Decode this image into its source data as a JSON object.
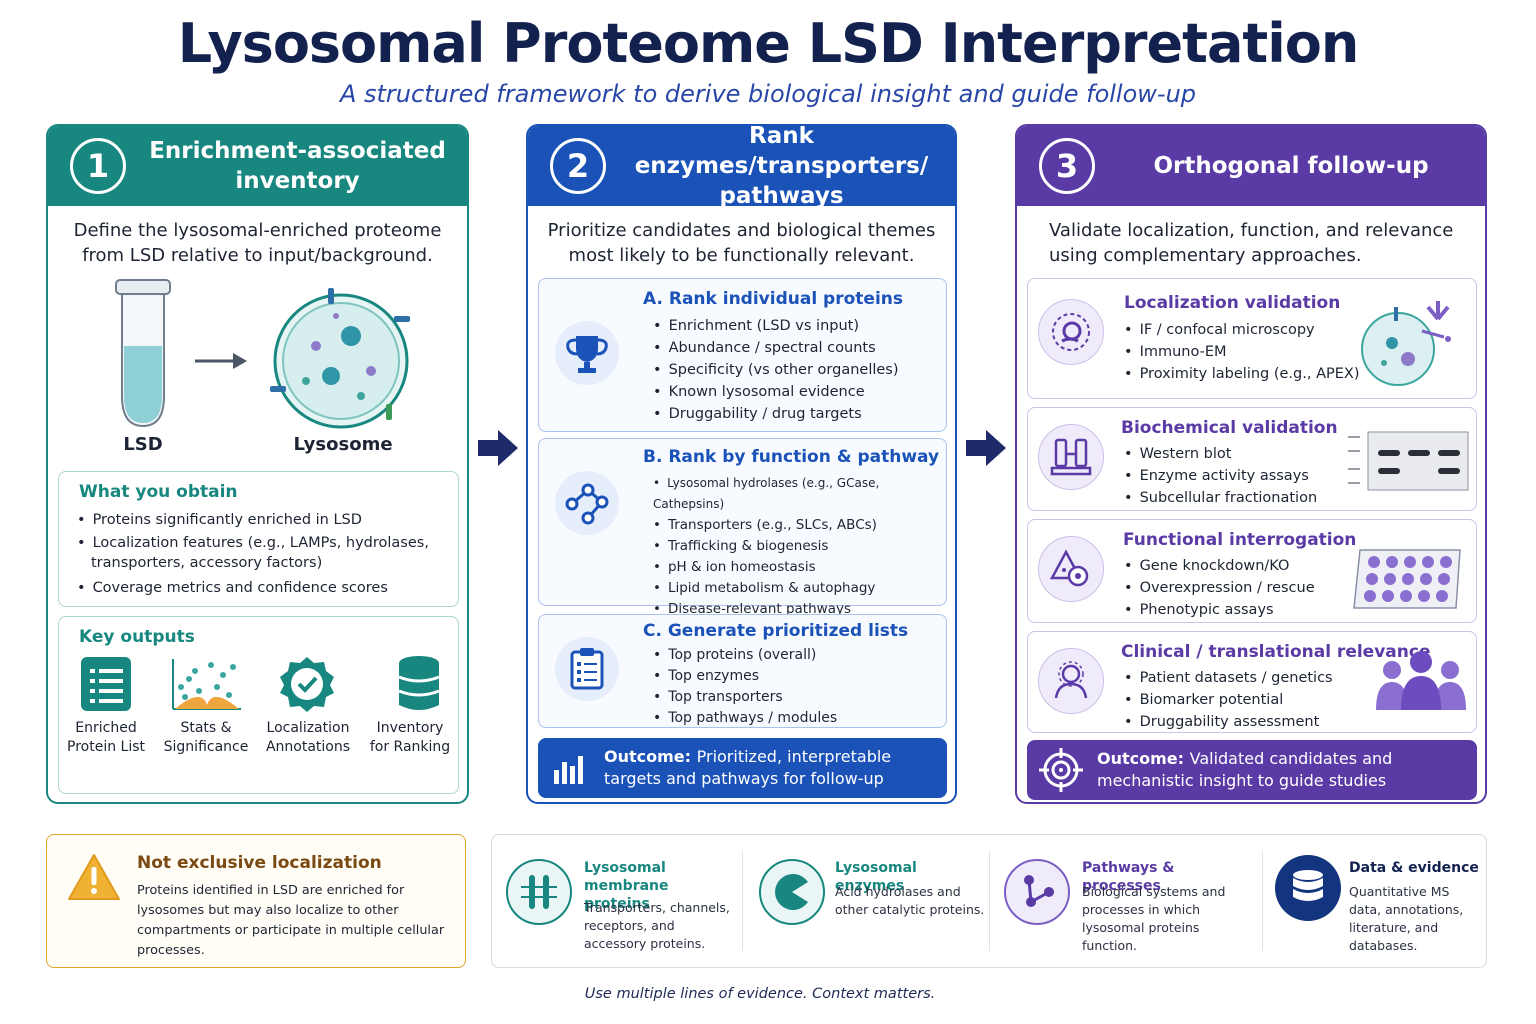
{
  "title": "Lysosomal Proteome LSD Interpretation",
  "subtitle": "A structured framework to derive biological insight and guide follow-up",
  "colors": {
    "teal": "#17877f",
    "blue": "#1a52b8",
    "purple": "#5a3aa5",
    "amber": "#e0a52c",
    "navy": "#13214f"
  },
  "col1": {
    "number": "1",
    "title": "Enrichment-associated inventory",
    "intro": "Define the lysosomal-enriched proteome from LSD relative to input/background.",
    "label_lsd": "LSD",
    "label_lysosome": "Lysosome",
    "obtain": {
      "title": "What you obtain",
      "items": [
        "Proteins significantly enriched in LSD",
        "Localization features (e.g., LAMPs, hydrolases, transporters, accessory factors)",
        "Coverage metrics and confidence scores"
      ]
    },
    "outputs": {
      "title": "Key outputs",
      "items": [
        {
          "label": "Enriched Protein List",
          "icon": "list-icon"
        },
        {
          "label": "Stats & Significance",
          "icon": "volcano-plot-icon"
        },
        {
          "label": "Localization Annotations",
          "icon": "badge-check-icon"
        },
        {
          "label": "Inventory for Ranking",
          "icon": "database-icon"
        }
      ]
    }
  },
  "col2": {
    "number": "2",
    "title": "Rank enzymes/transporters/ pathways",
    "intro": "Prioritize candidates and biological themes most likely to be functionally relevant.",
    "boxA": {
      "title": "A. Rank individual proteins",
      "icon": "trophy-icon",
      "items": [
        "Enrichment (LSD vs input)",
        "Abundance / spectral counts",
        "Specificity (vs other organelles)",
        "Known lysosomal evidence",
        "Druggability / drug targets"
      ]
    },
    "boxB": {
      "title": "B. Rank by function & pathway",
      "icon": "network-icon",
      "items": [
        "Lysosomal hydrolases (e.g., GCase, Cathepsins)",
        "Transporters (e.g., SLCs, ABCs)",
        "Trafficking & biogenesis",
        "pH & ion homeostasis",
        "Lipid metabolism & autophagy",
        "Disease-relevant pathways"
      ]
    },
    "boxC": {
      "title": "C. Generate prioritized lists",
      "icon": "clipboard-icon",
      "items": [
        "Top proteins (overall)",
        "Top enzymes",
        "Top transporters",
        "Top pathways / modules"
      ]
    },
    "outcome": {
      "label": "Outcome:",
      "text": "Prioritized, interpretable targets and pathways for follow-up"
    }
  },
  "col3": {
    "number": "3",
    "title": "Orthogonal follow-up",
    "intro": "Validate localization, function, and relevance using complementary approaches.",
    "boxes": [
      {
        "title": "Localization validation",
        "icon": "microscope-icon",
        "items": [
          "IF / confocal microscopy",
          "Immuno-EM",
          "Proximity labeling (e.g., APEX)"
        ]
      },
      {
        "title": "Biochemical validation",
        "icon": "lab-flask-icon",
        "items": [
          "Western blot",
          "Enzyme activity assays",
          "Subcellular fractionation"
        ]
      },
      {
        "title": "Functional interrogation",
        "icon": "biohazard-gear-icon",
        "items": [
          "Gene knockdown/KO",
          "Overexpression / rescue",
          "Phenotypic assays"
        ]
      },
      {
        "title": "Clinical / translational relevance",
        "icon": "patient-icon",
        "items": [
          "Patient datasets / genetics",
          "Biomarker potential",
          "Druggability assessment"
        ]
      }
    ],
    "outcome": {
      "label": "Outcome:",
      "text": "Validated candidates and mechanistic insight to guide studies"
    }
  },
  "caveat": {
    "title": "Not exclusive localization",
    "text": "Proteins identified in LSD are enriched for lysosomes but may also localize to other compartments or participate in multiple cellular processes."
  },
  "legend": [
    {
      "title": "Lysosomal membrane proteins",
      "text": "Transporters, channels, receptors, and accessory proteins.",
      "icon": "membrane-protein-icon"
    },
    {
      "title": "Lysosomal enzymes",
      "text": "Acid hydrolases and other catalytic proteins.",
      "icon": "enzyme-pacman-icon"
    },
    {
      "title": "Pathways & processes",
      "text": "Biological systems and processes in which lysosomal proteins function.",
      "icon": "pathway-node-icon"
    },
    {
      "title": "Data & evidence",
      "text": "Quantitative MS data, annotations, literature, and databases.",
      "icon": "database-icon"
    }
  ],
  "footer": "Use multiple lines of evidence. Context matters."
}
